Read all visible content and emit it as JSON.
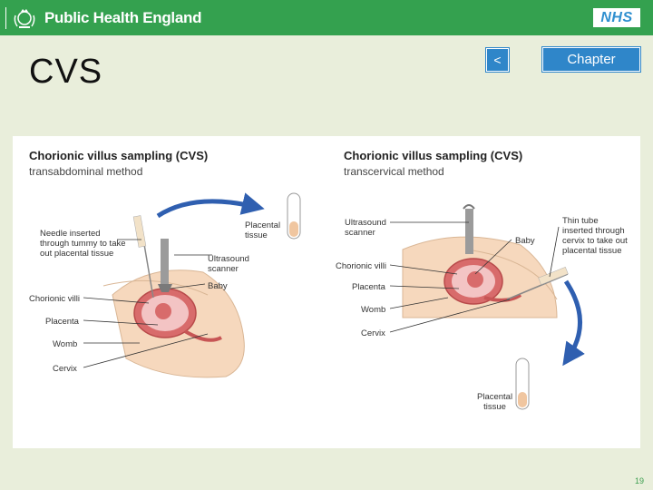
{
  "header": {
    "org_name": "Public Health England",
    "nhs_logo": "NHS"
  },
  "slide": {
    "title": "CVS",
    "back_button": "<",
    "chapter_button": "Chapter",
    "page_number": "19"
  },
  "figure": {
    "left": {
      "title": "Chorionic villus sampling (CVS)",
      "subtitle": "transabdominal method",
      "labels": {
        "needle": [
          "Needle inserted",
          "through tummy to take",
          "out placental tissue"
        ],
        "placental_tissue": [
          "Placental",
          "tissue"
        ],
        "ultrasound": [
          "Ultrasound",
          "scanner"
        ],
        "baby": "Baby",
        "chorionic_villi": "Chorionic villi",
        "placenta": "Placenta",
        "womb": "Womb",
        "cervix": "Cervix"
      }
    },
    "right": {
      "title": "Chorionic villus sampling (CVS)",
      "subtitle": "transcervical method",
      "labels": {
        "ultrasound": [
          "Ultrasound",
          "scanner"
        ],
        "baby": "Baby",
        "thin_tube": [
          "Thin tube",
          "inserted through",
          "cervix to take out",
          "placental tissue"
        ],
        "chorionic_villi": "Chorionic villi",
        "placenta": "Placenta",
        "womb": "Womb",
        "cervix": "Cervix",
        "placental_tissue": [
          "Placental",
          "tissue"
        ]
      }
    }
  },
  "colors": {
    "header_green": "#34a14f",
    "background": "#e9eedb",
    "button_blue": "#2f86c9",
    "nhs_blue": "#2f8fcf",
    "arrow_blue": "#2f5fb0"
  }
}
